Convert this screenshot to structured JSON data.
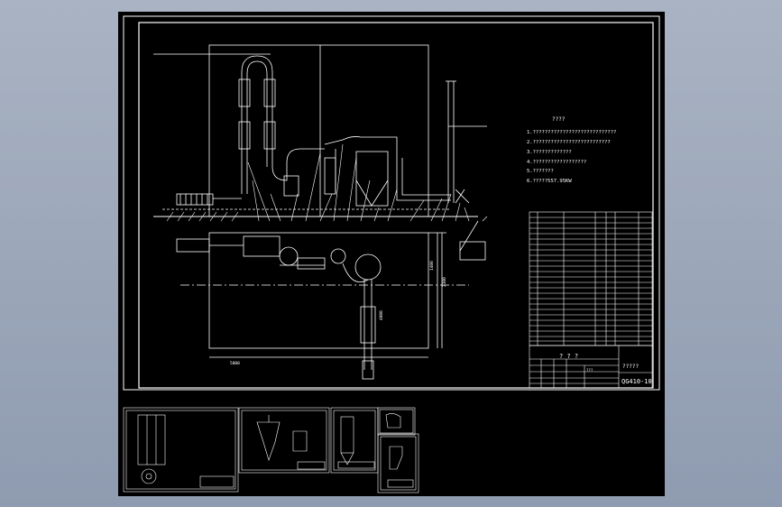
{
  "drawing": {
    "notes_title": "????",
    "notes": [
      "1.????????????????????????????",
      "2.??????????????????????????",
      "3.?????????????",
      "4.??????????????????",
      "5.???????",
      "6.?????557.95KW"
    ],
    "title_block": {
      "designer": "? ? ?",
      "name": "?????",
      "drawing_no": "QG410-10",
      "scale_label": "???"
    },
    "dims": {
      "plan_width": "5000",
      "plan_height": "2300",
      "plan_side": "1400",
      "vertical_pipe": "4000"
    }
  },
  "colors": {
    "viewport_bg": "#8f9bb0",
    "paper_bg": "#000000",
    "line": "#ffffff"
  }
}
